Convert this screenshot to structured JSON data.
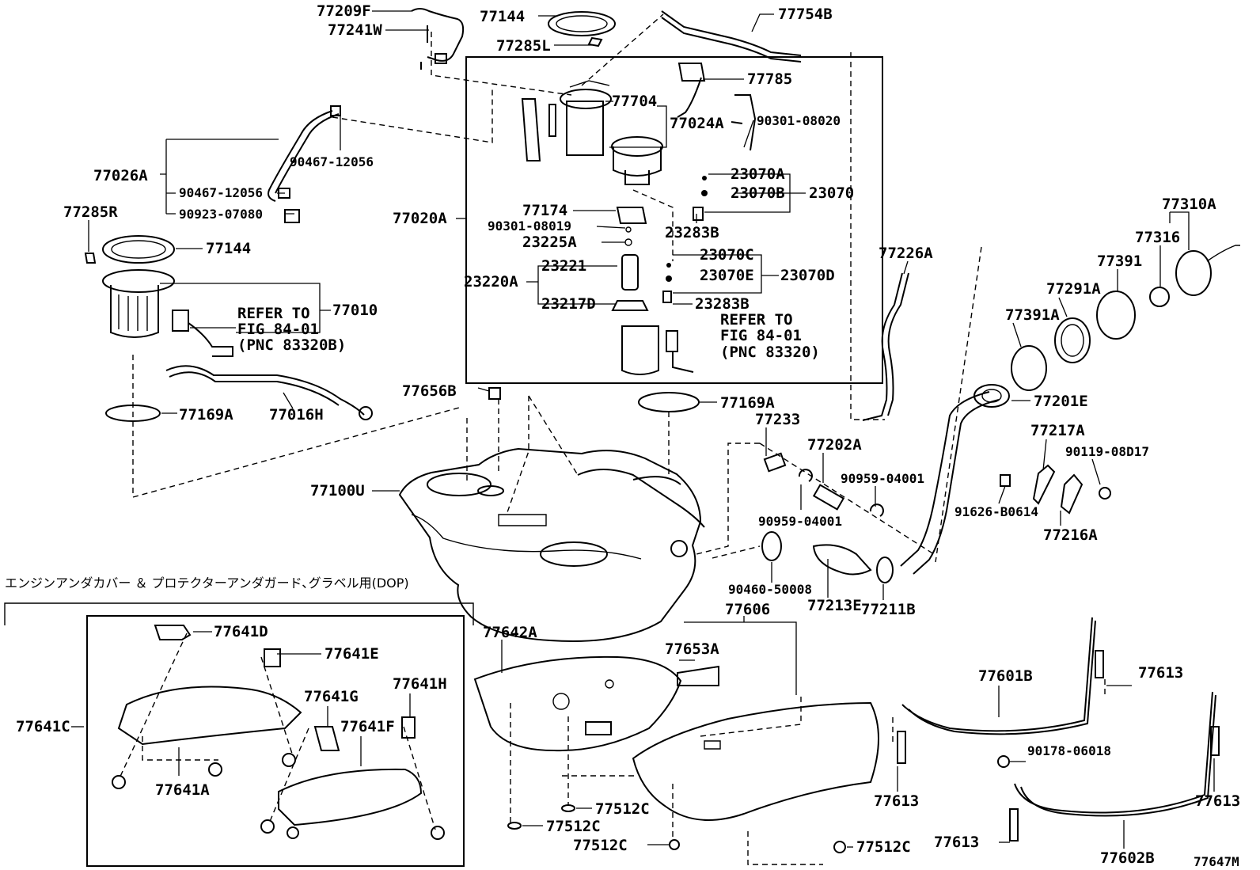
{
  "diagram": {
    "figure_code": "77647M",
    "section_title": "エンジンアンダカバー ＆ プロテクターアンダガード､グラベル用(DOP)",
    "refer_notes": [
      {
        "line1": "REFER TO",
        "line2": "FIG 84-01",
        "line3": "(PNC 83320B)"
      },
      {
        "line1": "REFER TO",
        "line2": "FIG 84-01",
        "line3": "(PNC 83320)"
      }
    ],
    "part_labels": {
      "p77209F": "77209F",
      "p77241W": "77241W",
      "p77144a": "77144",
      "p77285L": "77285L",
      "p77754B": "77754B",
      "p77785": "77785",
      "p77704": "77704",
      "p77024A": "77024A",
      "p90301_08020": "90301-08020",
      "p90467_12056a": "90467-12056",
      "p77026A": "77026A",
      "p90467_12056b": "90467-12056",
      "p90923_07080": "90923-07080",
      "p77285R": "77285R",
      "p77144b": "77144",
      "p77020A": "77020A",
      "p77174": "77174",
      "p90301_08019": "90301-08019",
      "p23225A": "23225A",
      "p23221": "23221",
      "p23220A": "23220A",
      "p23217D": "23217D",
      "p23070A": "23070A",
      "p23070B": "23070B",
      "p23070": "23070",
      "p23283Ba": "23283B",
      "p23070C": "23070C",
      "p23070E": "23070E",
      "p23070D": "23070D",
      "p23283Bb": "23283B",
      "p77010": "77010",
      "p77016H": "77016H",
      "p77169Aa": "77169A",
      "p77656B": "77656B",
      "p77169Ab": "77169A",
      "p77226A": "77226A",
      "p77310A": "77310A",
      "p77316": "77316",
      "p77391": "77391",
      "p77291A": "77291A",
      "p77391A": "77391A",
      "p77201E": "77201E",
      "p77233": "77233",
      "p77202A": "77202A",
      "p90959_04001a": "90959-04001",
      "p90959_04001b": "90959-04001",
      "p77217A": "77217A",
      "p90119_08D17": "90119-08D17",
      "p91626_B0614": "91626-B0614",
      "p77216A": "77216A",
      "p77100U": "77100U",
      "p90460_50008": "90460-50008",
      "p77606": "77606",
      "p77213E": "77213E",
      "p77211B": "77211B",
      "p77641D": "77641D",
      "p77641E": "77641E",
      "p77641C": "77641C",
      "p77641G": "77641G",
      "p77641H": "77641H",
      "p77641F": "77641F",
      "p77641A": "77641A",
      "p77642A": "77642A",
      "p77653A": "77653A",
      "p77512Ca": "77512C",
      "p77512Cb": "77512C",
      "p77512Cc": "77512C",
      "p77512Cd": "77512C",
      "p77601B": "77601B",
      "p77613a": "77613",
      "p77613b": "77613",
      "p77613c": "77613",
      "p77613d": "77613",
      "p90178_06018": "90178-06018",
      "p77602B": "77602B"
    }
  }
}
